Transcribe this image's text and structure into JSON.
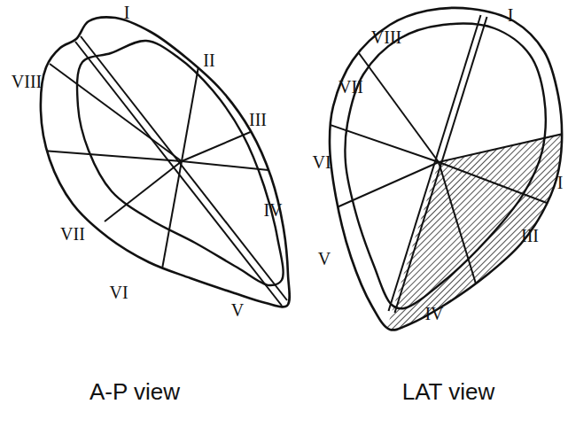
{
  "diagram": {
    "labels": [
      "I",
      "II",
      "III",
      "IV",
      "V",
      "VI",
      "VII",
      "VIII",
      "VIII",
      "I",
      "VII",
      "VI",
      "V",
      "IV",
      "III",
      "I",
      "A-P view",
      "LAT view"
    ]
  }
}
